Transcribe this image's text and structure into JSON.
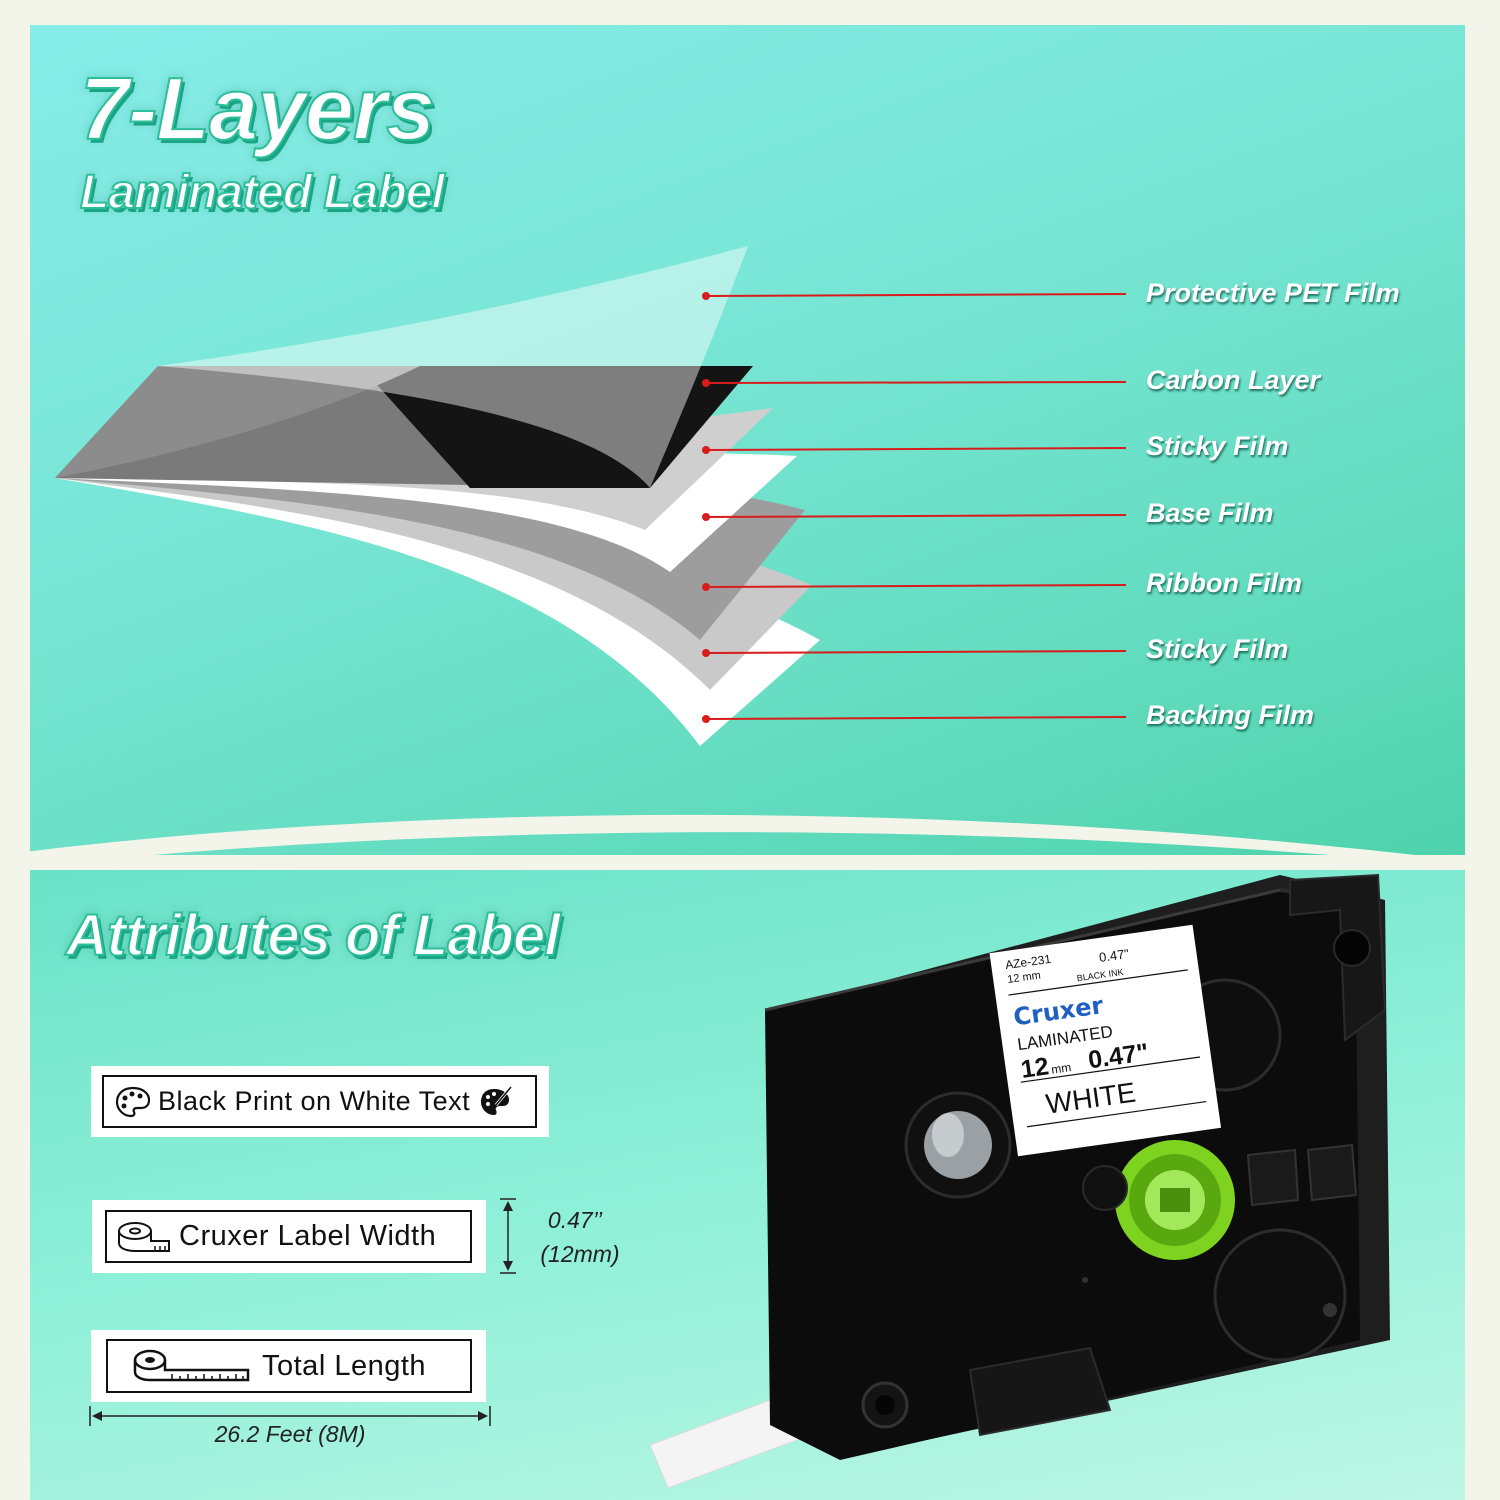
{
  "header": {
    "title": "7-Layers",
    "subtitle": "Laminated Label"
  },
  "layers": [
    {
      "name": "Protective PET Film"
    },
    {
      "name": "Carbon Layer"
    },
    {
      "name": "Sticky Film"
    },
    {
      "name": "Base Film"
    },
    {
      "name": "Ribbon Film"
    },
    {
      "name": "Sticky Film"
    },
    {
      "name": "Backing Film"
    }
  ],
  "attributes": {
    "title": "Attributes of Label",
    "print": {
      "label": "Black Print on White Text"
    },
    "width": {
      "label": "Cruxer Label Width",
      "value": "0.47’’",
      "value_metric": "(12mm)"
    },
    "length": {
      "label": "Total Length",
      "value": "26.2 Feet (8M)"
    }
  },
  "cartridge": {
    "top_code": "AZe-231",
    "top_size": "12 mm",
    "top_inch": "0.47\"",
    "top_ink": "BLACK INK",
    "brand": "Cruxer",
    "type": "LAMINATED",
    "size_mm": "12",
    "size_unit": "mm",
    "size_inch": "0.47\"",
    "color_name": "WHITE"
  },
  "colors": {
    "accent_green": "#2dbf9a",
    "leader_red": "#d81c1c",
    "spool_green": "#7ed321",
    "brand_blue": "#1f5fbf"
  }
}
